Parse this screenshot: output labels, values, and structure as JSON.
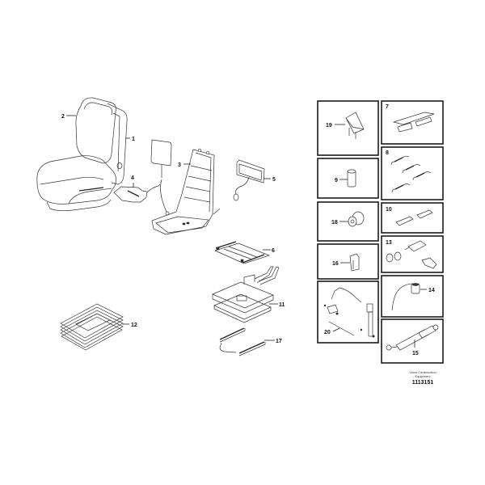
{
  "diagram": {
    "type": "exploded-parts-view",
    "subject": "operator seat assembly",
    "manufacturer": "Volvo Construction Equipment",
    "manufacturer_line1": "Volvo Construction",
    "manufacturer_line2": "Equipment",
    "figure_number": "1113151",
    "callouts": [
      {
        "id": "1",
        "label": "1",
        "part": "seat-side-trim"
      },
      {
        "id": "2",
        "label": "2",
        "part": "seat-cushion-assembly"
      },
      {
        "id": "3",
        "label": "3",
        "part": "seat-frame"
      },
      {
        "id": "4",
        "label": "4",
        "part": "heating-pad-with-cable"
      },
      {
        "id": "5",
        "label": "5",
        "part": "backrest-heating-element"
      },
      {
        "id": "6",
        "label": "6",
        "part": "slide-rail-assembly"
      },
      {
        "id": "7",
        "label": "7",
        "part": "bracket-set"
      },
      {
        "id": "8",
        "label": "8",
        "part": "tension-springs"
      },
      {
        "id": "9",
        "label": "9",
        "part": "bushing"
      },
      {
        "id": "10",
        "label": "10",
        "part": "damper-blocks"
      },
      {
        "id": "11",
        "label": "11",
        "part": "suspension-unit"
      },
      {
        "id": "12",
        "label": "12",
        "part": "bellows"
      },
      {
        "id": "13",
        "label": "13",
        "part": "valve-kit"
      },
      {
        "id": "14",
        "label": "14",
        "part": "sensor-with-cable"
      },
      {
        "id": "15",
        "label": "15",
        "part": "shock-absorber"
      },
      {
        "id": "16",
        "label": "16",
        "part": "clip"
      },
      {
        "id": "17",
        "label": "17",
        "part": "adjustment-rails"
      },
      {
        "id": "18",
        "label": "18",
        "part": "knob"
      },
      {
        "id": "19",
        "label": "19",
        "part": "handle"
      },
      {
        "id": "20",
        "label": "20",
        "part": "seat-belt"
      }
    ]
  }
}
